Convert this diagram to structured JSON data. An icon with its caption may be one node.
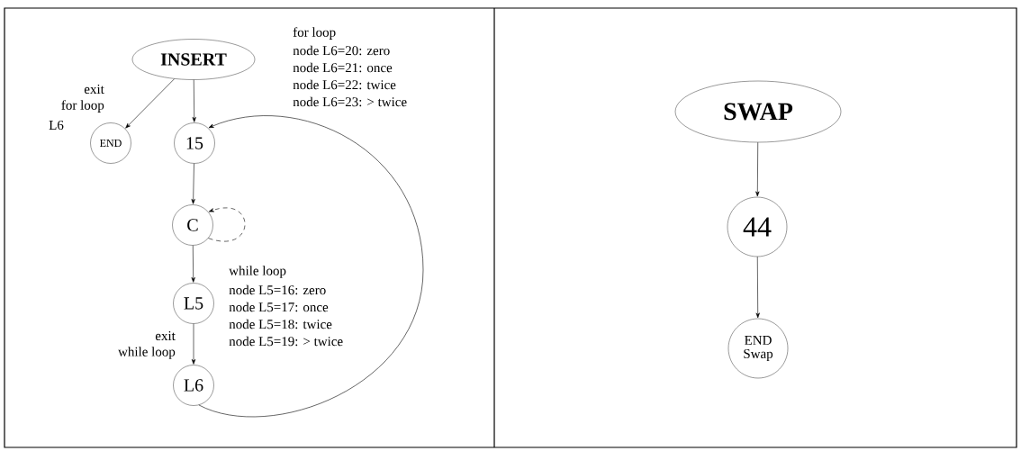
{
  "diagram": {
    "nodes": [
      {
        "text": [
          "INSERT"
        ]
      },
      {
        "text": [
          "END"
        ]
      },
      {
        "text": [
          "15"
        ]
      },
      {
        "text": [
          "C"
        ]
      },
      {
        "text": [
          "L5"
        ]
      },
      {
        "text": [
          "L6"
        ]
      },
      {
        "text": [
          "SWAP"
        ]
      },
      {
        "text": [
          "44"
        ]
      },
      {
        "text": [
          "END Swap"
        ]
      }
    ],
    "edges": [
      {
        "from": 0,
        "to": 1,
        "arrow": "to"
      },
      {
        "from": 0,
        "to": 2,
        "arrow": "to"
      },
      {
        "from": 2,
        "to": 3,
        "arrow": "to"
      },
      {
        "from": 3,
        "to": 3,
        "arrow": "to",
        "style": "dashed"
      },
      {
        "from": 3,
        "to": 4,
        "arrow": "to"
      },
      {
        "from": 4,
        "to": 5,
        "arrow": "to"
      },
      {
        "from": 5,
        "to": 2,
        "arrow": "to"
      },
      {
        "from": 6,
        "to": 7,
        "arrow": "to"
      },
      {
        "from": 7,
        "to": 8,
        "arrow": "to"
      }
    ],
    "labels": [
      "for loop",
      "node L6=20: zero",
      "node L6=21: once",
      "node L6=22: twice",
      "node L6=23: > twice",
      "exit",
      "for loop",
      "L6",
      "while loop",
      "node L5=16: zero",
      "node L5=17: once",
      "node L5=18: twice",
      "node L5=19: > twice",
      "exit",
      "while loop"
    ]
  }
}
